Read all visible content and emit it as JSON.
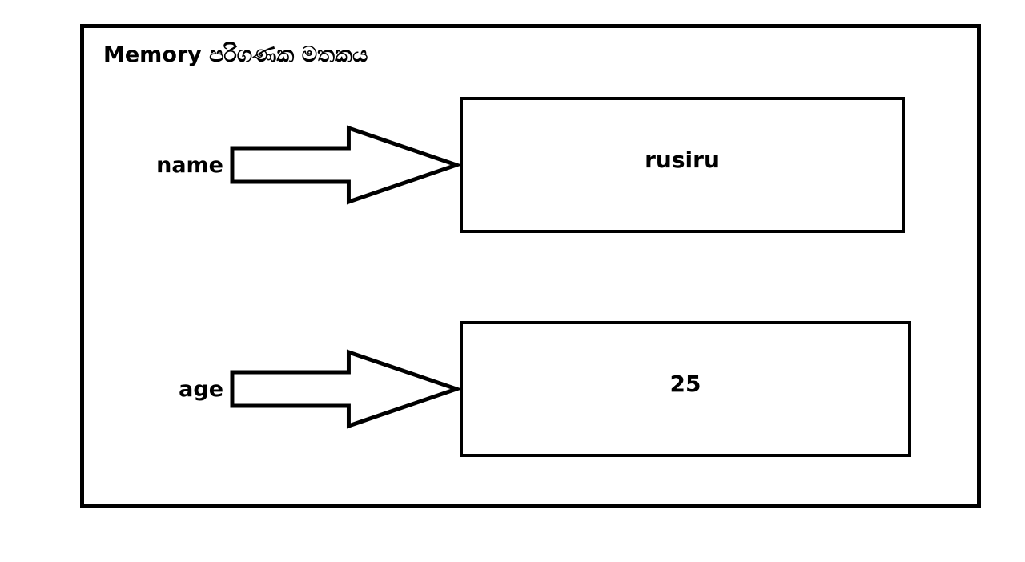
{
  "diagram": {
    "title": "Memory පරිගණක මතකය",
    "stroke_color": "#000000",
    "background_color": "#ffffff",
    "rows": [
      {
        "label": "name",
        "value": "rusiru"
      },
      {
        "label": "age",
        "value": "25"
      }
    ]
  }
}
